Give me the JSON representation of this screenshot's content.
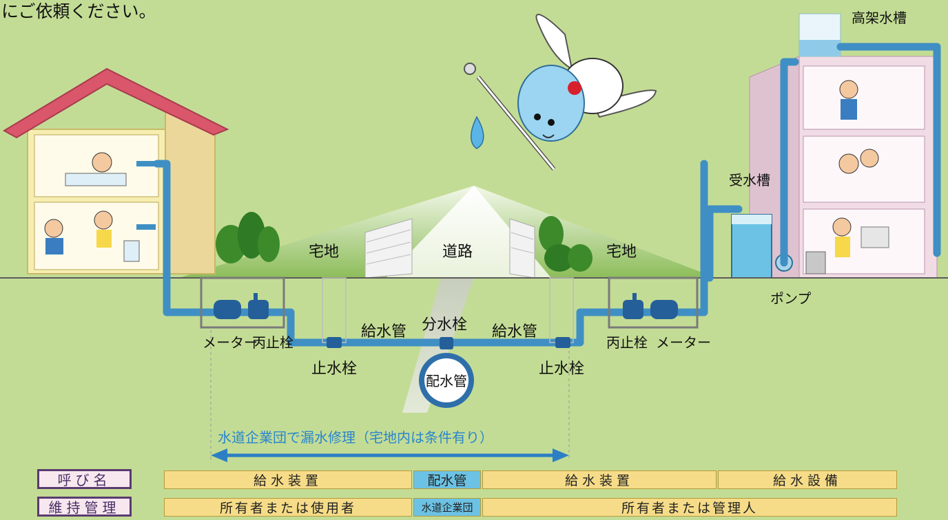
{
  "header_text": "にご依頼ください。",
  "labels": {
    "elevated_tank": "高架水槽",
    "receiving_tank": "受水槽",
    "pump": "ポンプ",
    "lot_left": "宅地",
    "road": "道路",
    "lot_right": "宅地",
    "meter_left": "メーター",
    "valve_left": "丙止栓",
    "valve_right": "丙止栓",
    "meter_right": "メーター",
    "supply_pipe_left": "給水管",
    "branch_valve": "分水栓",
    "supply_pipe_right": "給水管",
    "stop_valve_left": "止水栓",
    "stop_valve_right": "止水栓",
    "main_pipe": "配水管",
    "repair_scope": "水道企業団で漏水修理（宅地内は条件有り）"
  },
  "table": {
    "row1_header": "呼び名",
    "row2_header": "維持管理",
    "row1": [
      "給水装置",
      "配水管",
      "給水装置",
      "給水設備"
    ],
    "row2": [
      "所有者または使用者",
      "水道企業団",
      "所有者または管理人"
    ]
  },
  "colors": {
    "background": "#c3dc95",
    "pipe": "#3f8fc4",
    "roof": "#d9566b",
    "arrow": "#2d7fc4",
    "repair_text": "#2a86cc",
    "table_yellow": "#f6dc88",
    "table_blue": "#6cc2e4",
    "row_header_border": "#5a3a70"
  }
}
